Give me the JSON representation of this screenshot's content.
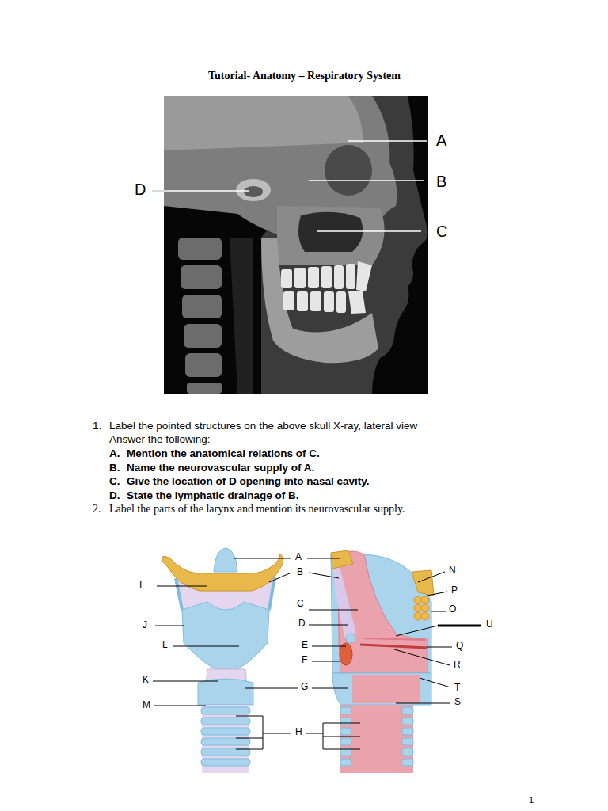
{
  "diagram": {
    "title": "Tutorial- Anatomy – Respiratory System",
    "labels": [
      "A",
      "B",
      "C",
      "D",
      "1.",
      "Label the pointed structures on the above skull X-ray, lateral view",
      "Answer the following:",
      "A.",
      "Mention the anatomical relations of C.",
      "B.",
      "Name the neurovascular supply of A.",
      "C.",
      "Give the location of D opening into nasal cavity.",
      "D.",
      "State the lymphatic drainage of B.",
      "2.",
      "Label the parts of the larynx and mention its neurovascular supply.",
      "A",
      "B",
      "N",
      "I",
      "P",
      "C",
      "O",
      "J",
      "D",
      "U",
      "L",
      "E",
      "Q",
      "F",
      "R",
      "K",
      "G",
      "T",
      "S",
      "M",
      "H",
      "1"
    ]
  }
}
